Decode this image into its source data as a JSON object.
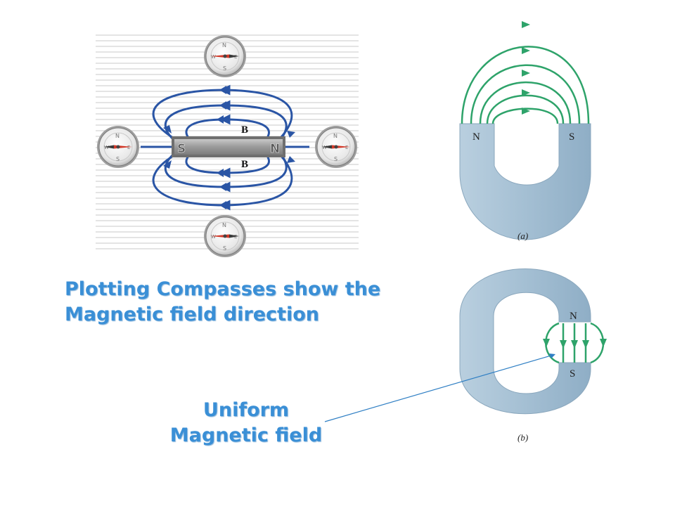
{
  "caption": {
    "line1": "Plotting Compasses show the",
    "line2": "Magnetic field direction"
  },
  "callout": {
    "line1": "Uniform",
    "line2": "Magnetic field"
  },
  "bar_magnet": {
    "south_label": "S",
    "north_label": "N",
    "field_label_top": "B",
    "field_label_bottom": "B"
  },
  "compass": {
    "north": "N",
    "south": "S",
    "east": "E",
    "west": "W"
  },
  "horseshoe_a": {
    "north_label": "N",
    "south_label": "S",
    "caption": "(a)"
  },
  "horseshoe_b": {
    "north_label": "N",
    "south_label": "S",
    "caption": "(b)"
  },
  "colors": {
    "field_line_bar": "#2a55a5",
    "field_line_horseshoe": "#2ea36a",
    "magnet_body": "#a9c3d6",
    "caption_text": "#3a8fd6",
    "needle_red": "#d23a2a",
    "pointer_line": "#2f7fc4"
  }
}
